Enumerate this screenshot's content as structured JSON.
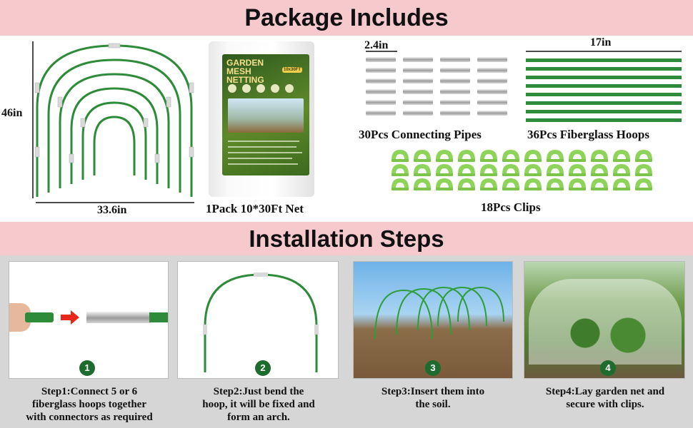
{
  "sections": {
    "package_title": "Package Includes",
    "install_title": "Installation Steps"
  },
  "dimensions": {
    "height": "46in",
    "width": "33.6in",
    "pipe_length": "2.4in",
    "hoop_length": "17in"
  },
  "items": {
    "net": "1Pack 10*30Ft Net",
    "pipes": "30Pcs Connecting Pipes",
    "hoops": "36Pcs Fiberglass Hoops",
    "clips": "18Pcs Clips"
  },
  "net_package": {
    "title": "GARDEN MESH NETTING",
    "size": "10x30FT"
  },
  "steps": [
    {
      "number": "1",
      "text_lines": [
        "Step1:Connect 5 or 6",
        "fiberglass hoops together",
        "with connectors as required"
      ]
    },
    {
      "number": "2",
      "text_lines": [
        "Step2:Just bend the",
        "hoop, it will be fixed and",
        "form an arch."
      ]
    },
    {
      "number": "3",
      "text_lines": [
        "Step3:Insert them into",
        "the soil."
      ]
    },
    {
      "number": "4",
      "text_lines": [
        "Step4:Lay garden net and",
        "secure with clips."
      ]
    }
  ],
  "colors": {
    "banner": "#f6c9cc",
    "hoop_green": "#2e8b3a",
    "badge_green": "#1e6b2e",
    "clip_green": "#8fd45a",
    "bottom_bg": "#d6d6d6"
  }
}
